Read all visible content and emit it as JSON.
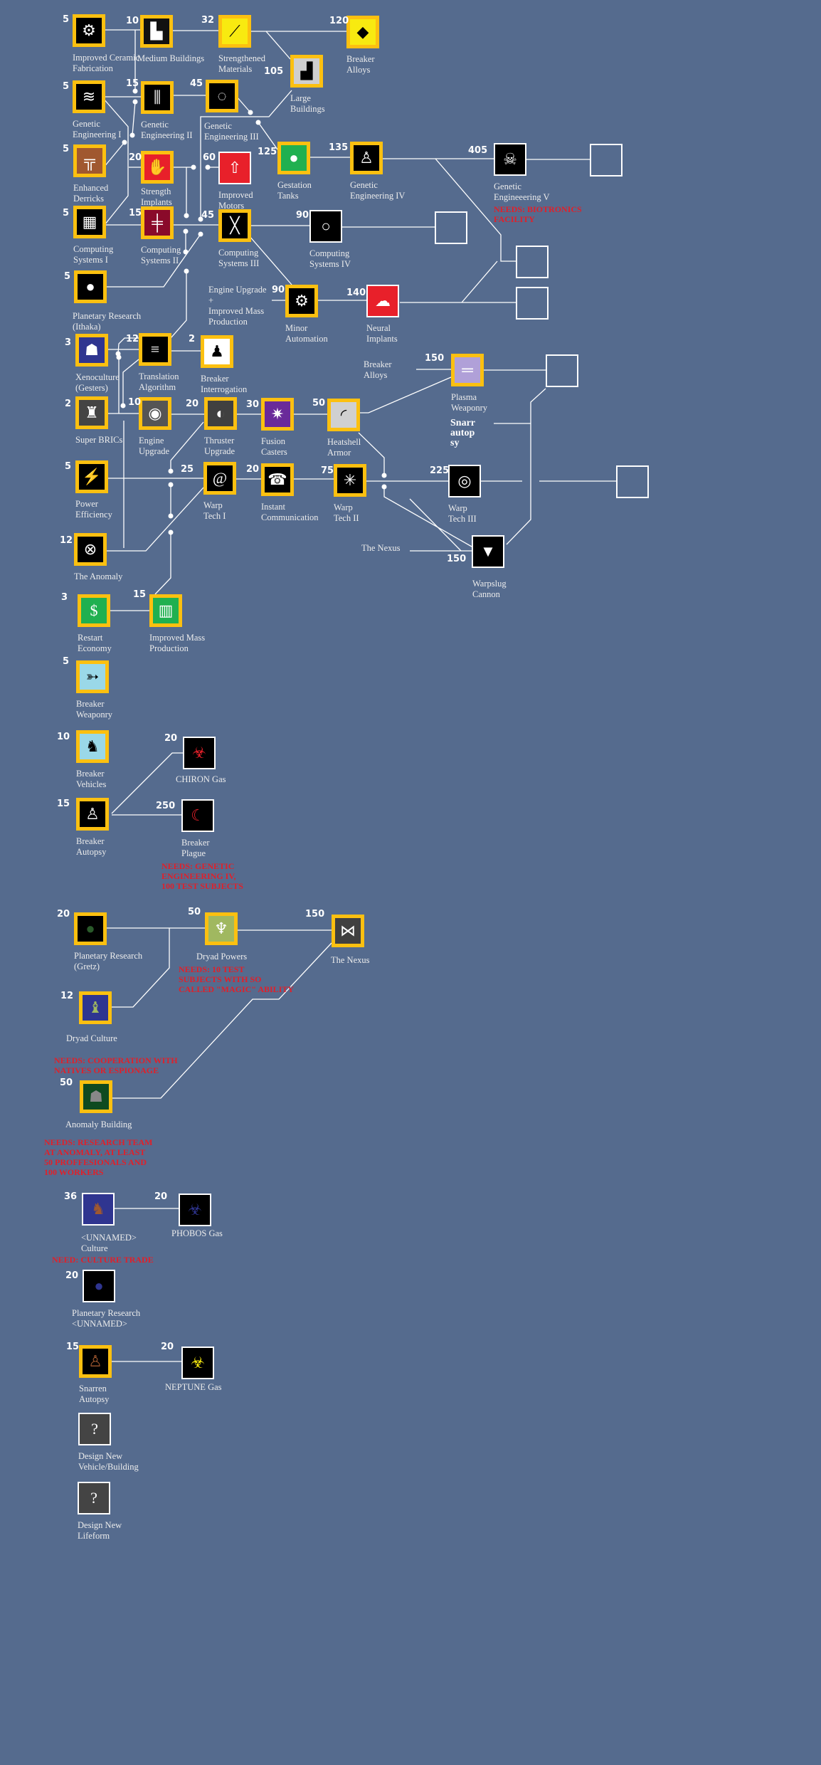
{
  "colors": {
    "background": "#556b8e",
    "researched_border": "#fcc010",
    "unresearched_border": "#ffffff",
    "needs_text": "#e0202a"
  },
  "nodes": [
    {
      "id": "ceramic",
      "cost": "5",
      "label": "Improved Ceramic\nFabrication",
      "researched": true,
      "icon": "gear-icon",
      "bg": "#000000",
      "glyph": "⚙"
    },
    {
      "id": "medium-buildings",
      "cost": "10",
      "label": "Medium Buildings",
      "researched": true,
      "icon": "buildings-icon",
      "bg": "#111111",
      "glyph": "▙"
    },
    {
      "id": "strengthened-materials",
      "cost": "32",
      "label": "Strengthened\nMaterials",
      "researched": true,
      "icon": "beam-icon",
      "bg": "#f8ea10",
      "glyph": "⟋"
    },
    {
      "id": "breaker-alloys",
      "cost": "120",
      "label": "Breaker\nAlloys",
      "researched": true,
      "icon": "crystal-icon",
      "bg": "#f8ea10",
      "glyph": "◆"
    },
    {
      "id": "large-buildings",
      "cost": "105",
      "label": "Large\nBuildings",
      "researched": true,
      "icon": "towers-icon",
      "bg": "#cfcfcf",
      "glyph": "▟"
    },
    {
      "id": "genetic-engineering-1",
      "cost": "5",
      "label": "Genetic\nEngineering I",
      "researched": true,
      "icon": "dna-icon",
      "bg": "#000000",
      "glyph": "≋"
    },
    {
      "id": "genetic-engineering-2",
      "cost": "15",
      "label": "Genetic\nEngineering II",
      "researched": true,
      "icon": "dna-icon",
      "bg": "#000000",
      "glyph": "⫼"
    },
    {
      "id": "genetic-engineering-3",
      "cost": "45",
      "label": "Genetic\nEngineering III",
      "researched": true,
      "icon": "cell-icon",
      "bg": "#000000",
      "glyph": "◌"
    },
    {
      "id": "enhanced-derricks",
      "cost": "5",
      "label": "Enhanced\nDerricks",
      "researched": true,
      "icon": "derrick-icon",
      "bg": "#a0582f",
      "glyph": "╦"
    },
    {
      "id": "strength-implants",
      "cost": "20",
      "label": "Strength\nImplants",
      "researched": true,
      "icon": "arm-icon",
      "bg": "#e8202a",
      "glyph": "✋"
    },
    {
      "id": "improved-motors",
      "cost": "60",
      "label": "Improved\nMotors",
      "researched": false,
      "icon": "gear-arrow-icon",
      "bg": "#e8202a",
      "glyph": "⇧"
    },
    {
      "id": "gestation-tanks",
      "cost": "125",
      "label": "Gestation\nTanks",
      "researched": true,
      "icon": "tank-icon",
      "bg": "#20b050",
      "glyph": "●"
    },
    {
      "id": "genetic-engineering-4",
      "cost": "135",
      "label": "Genetic\nEngineering IV",
      "researched": true,
      "icon": "humanoid-icon",
      "bg": "#000000",
      "glyph": "♙"
    },
    {
      "id": "genetic-engineering-5",
      "cost": "405",
      "label": "Genetic\nEngineeering V",
      "researched": false,
      "icon": "skull-icon",
      "bg": "#000000",
      "glyph": "☠",
      "needs": "NEEDS: BIOTRONICS\nFACILITY"
    },
    {
      "id": "computing-systems-1",
      "cost": "5",
      "label": "Computing\nSystems I",
      "researched": true,
      "icon": "circuit-icon",
      "bg": "#000000",
      "glyph": "▦"
    },
    {
      "id": "computing-systems-2",
      "cost": "15",
      "label": "Computing\nSystems II",
      "researched": true,
      "icon": "circuit-icon",
      "bg": "#8a0a2a",
      "glyph": "╪"
    },
    {
      "id": "computing-systems-3",
      "cost": "45",
      "label": "Computing\nSystems III",
      "researched": true,
      "icon": "circuit-icon",
      "bg": "#000000",
      "glyph": "╳"
    },
    {
      "id": "computing-systems-4",
      "cost": "90",
      "label": "Computing\nSystems IV",
      "researched": false,
      "icon": "circuit-icon",
      "bg": "#000000",
      "glyph": "○"
    },
    {
      "id": "planetary-research-ithaka",
      "cost": "5",
      "label": "Planetary Research\n(Ithaka)",
      "researched": true,
      "icon": "planet-icon",
      "bg": "#000000",
      "glyph": "●"
    },
    {
      "id": "minor-automation",
      "cost": "90",
      "label": "Minor\nAutomation",
      "researched": true,
      "icon": "robot-arm-icon",
      "bg": "#000000",
      "glyph": "⚙"
    },
    {
      "id": "neural-implants",
      "cost": "140",
      "label": "Neural\nImplants",
      "researched": false,
      "icon": "brain-icon",
      "bg": "#e8202a",
      "glyph": "☁"
    },
    {
      "id": "xenoculture-gesters",
      "cost": "3",
      "label": "Xenoculture\n(Gesters)",
      "researched": true,
      "icon": "alien-icon",
      "bg": "#2f3590",
      "glyph": "☗"
    },
    {
      "id": "translation-algorithm",
      "cost": "12",
      "label": "Translation\nAlgorithm",
      "researched": true,
      "icon": "text-screen-icon",
      "bg": "#000000",
      "glyph": "≡"
    },
    {
      "id": "breaker-interrogation",
      "cost": "2",
      "label": "Breaker\nInterrogation",
      "researched": true,
      "icon": "silhouette-icon",
      "bg": "#ffffff",
      "glyph": "♟"
    },
    {
      "id": "super-brics",
      "cost": "2",
      "label": "Super BRICs",
      "researched": true,
      "icon": "mech-icon",
      "bg": "#444444",
      "glyph": "♜"
    },
    {
      "id": "engine-upgrade",
      "cost": "10",
      "label": "Engine\nUpgrade",
      "researched": true,
      "icon": "engine-icon",
      "bg": "#555555",
      "glyph": "◉"
    },
    {
      "id": "thruster-upgrade",
      "cost": "20",
      "label": "Thruster\nUpgrade",
      "researched": true,
      "icon": "thruster-icon",
      "bg": "#404040",
      "glyph": "◐"
    },
    {
      "id": "fusion-casters",
      "cost": "30",
      "label": "Fusion\nCasters",
      "researched": true,
      "icon": "blast-icon",
      "bg": "#6a2a9a",
      "glyph": "✷"
    },
    {
      "id": "heatshell-armor",
      "cost": "50",
      "label": "Heatshell\nArmor",
      "researched": true,
      "icon": "shell-icon",
      "bg": "#d0d0d0",
      "glyph": "◜"
    },
    {
      "id": "plasma-weaponry",
      "cost": "150",
      "label": "Plasma\nWeaponry",
      "researched": true,
      "icon": "plasma-icon",
      "bg": "#b0a0d8",
      "glyph": "═"
    },
    {
      "id": "power-efficiency",
      "cost": "5",
      "label": "Power\nEfficiency",
      "researched": true,
      "icon": "lightning-icon",
      "bg": "#000000",
      "glyph": "⚡"
    },
    {
      "id": "warp-tech-1",
      "cost": "25",
      "label": "Warp\nTech I",
      "researched": true,
      "icon": "spiral-icon",
      "bg": "#000000",
      "glyph": "@"
    },
    {
      "id": "instant-communication",
      "cost": "20",
      "label": "Instant\nCommunication",
      "researched": true,
      "icon": "phone-icon",
      "bg": "#000000",
      "glyph": "☎"
    },
    {
      "id": "warp-tech-2",
      "cost": "75",
      "label": "Warp\nTech II",
      "researched": true,
      "icon": "burst-icon",
      "bg": "#000000",
      "glyph": "✳"
    },
    {
      "id": "warp-tech-3",
      "cost": "225",
      "label": "Warp\nTech III",
      "researched": false,
      "icon": "rings-icon",
      "bg": "#000000",
      "glyph": "◎"
    },
    {
      "id": "warpslug-cannon",
      "cost": "150",
      "label": "Warpslug\nCannon",
      "researched": false,
      "icon": "cannon-icon",
      "bg": "#000000",
      "glyph": "▼"
    },
    {
      "id": "the-anomaly",
      "cost": "12",
      "label": "The Anomaly",
      "researched": true,
      "icon": "anomaly-icon",
      "bg": "#000000",
      "glyph": "⊗"
    },
    {
      "id": "restart-economy",
      "cost": "3",
      "label": "Restart\nEconomy",
      "researched": true,
      "icon": "dollar-icon",
      "bg": "#20b050",
      "glyph": "$"
    },
    {
      "id": "improved-mass-production",
      "cost": "15",
      "label": "Improved Mass\nProduction",
      "researched": true,
      "icon": "factory-icon",
      "bg": "#20b050",
      "glyph": "▥"
    },
    {
      "id": "breaker-weaponry",
      "cost": "5",
      "label": "Breaker\nWeaponry",
      "researched": true,
      "icon": "weapon-icon",
      "bg": "#9ad8e8",
      "glyph": "➳"
    },
    {
      "id": "breaker-vehicles",
      "cost": "10",
      "label": "Breaker\nVehicles",
      "researched": true,
      "icon": "walker-icon",
      "bg": "#9ad8e8",
      "glyph": "♞"
    },
    {
      "id": "chiron-gas",
      "cost": "20",
      "label": "CHIRON Gas",
      "researched": false,
      "icon": "biohazard-red-icon",
      "bg": "#000000",
      "glyph": "☣",
      "glyph_color": "#e8202a"
    },
    {
      "id": "breaker-autopsy",
      "cost": "15",
      "label": "Breaker\nAutopsy",
      "researched": true,
      "icon": "corpse-icon",
      "bg": "#000000",
      "glyph": "♙"
    },
    {
      "id": "breaker-plague",
      "cost": "250",
      "label": "Breaker\nPlague",
      "researched": false,
      "icon": "claw-icon",
      "bg": "#000000",
      "glyph": "☾",
      "glyph_color": "#e8202a",
      "needs": "NEEDS: GENETIC\nENGINEERING IV,\n100 TEST SUBJECTS"
    },
    {
      "id": "planetary-research-gretz",
      "cost": "20",
      "label": "Planetary Research\n(Gretz)",
      "researched": true,
      "icon": "planet-icon",
      "bg": "#000000",
      "glyph": "●",
      "glyph_color": "#2a5a2a"
    },
    {
      "id": "dryad-powers",
      "cost": "50",
      "label": "Dryad Powers",
      "researched": true,
      "icon": "dryad-icon",
      "bg": "#a0b860",
      "glyph": "♆",
      "needs": "NEEDS: 10 TEST\nSUBJECTS WITH SO\nCALLED \"MAGIC\" ABILITY"
    },
    {
      "id": "the-nexus",
      "cost": "150",
      "label": "The Nexus",
      "researched": true,
      "icon": "nexus-icon",
      "bg": "#404040",
      "glyph": "⋈"
    },
    {
      "id": "dryad-culture",
      "cost": "12",
      "label": "Dryad Culture",
      "researched": true,
      "icon": "dryad-figure-icon",
      "bg": "#2f3590",
      "glyph": "♝",
      "glyph_color": "#a0b860",
      "needs": "NEEDS: COOPERATION WITH\nNATIVES OR ESPIONAGE"
    },
    {
      "id": "anomaly-building",
      "cost": "50",
      "label": "Anomaly Building",
      "researched": true,
      "icon": "monolith-icon",
      "bg": "#0f4a20",
      "glyph": "☗",
      "glyph_color": "#888888",
      "needs": "NEEDS: RESEARCH TEAM\nAT ANOMALY, AT LEAST\n50 PROFFESIONALS AND\n100 WORKERS"
    },
    {
      "id": "unnamed-culture",
      "cost": "36",
      "label": "<UNNAMED>\nCulture",
      "researched": false,
      "icon": "beast-icon",
      "bg": "#2f3590",
      "glyph": "♞",
      "glyph_color": "#a0582f",
      "needs": "NEED: CULTURE TRADE"
    },
    {
      "id": "phobos-gas",
      "cost": "20",
      "label": "PHOBOS Gas",
      "researched": false,
      "icon": "biohazard-blue-icon",
      "bg": "#000000",
      "glyph": "☣",
      "glyph_color": "#2f3590"
    },
    {
      "id": "planetary-research-unnamed",
      "cost": "20",
      "label": "Planetary Research\n<UNNAMED>",
      "researched": false,
      "icon": "planet-icon",
      "bg": "#000000",
      "glyph": "●",
      "glyph_color": "#2f3590"
    },
    {
      "id": "snarren-autopsy",
      "cost": "15",
      "label": "Snarren\nAutopsy",
      "researched": true,
      "icon": "snarren-icon",
      "bg": "#000000",
      "glyph": "♙",
      "glyph_color": "#a0582f"
    },
    {
      "id": "neptune-gas",
      "cost": "20",
      "label": "NEPTUNE Gas",
      "researched": false,
      "icon": "biohazard-yellow-icon",
      "bg": "#000000",
      "glyph": "☣",
      "glyph_color": "#f8ea10"
    },
    {
      "id": "design-new-vehicle-building",
      "label": "Design New\nVehicle/Building",
      "researched": false,
      "icon": "gear-question-icon",
      "bg": "#444444",
      "glyph": "?"
    },
    {
      "id": "design-new-lifeform",
      "label": "Design New\nLifeform",
      "researched": false,
      "icon": "person-question-icon",
      "bg": "#444444",
      "glyph": "?"
    }
  ],
  "notes": {
    "engine_combo": "Engine Upgrade\n+\nImproved Mass\nProduction",
    "breaker_alloys_ref": "Breaker\nAlloys",
    "snarr_autopsy": "Snarr\nautop\nsy",
    "nexus_ref": "The Nexus"
  }
}
